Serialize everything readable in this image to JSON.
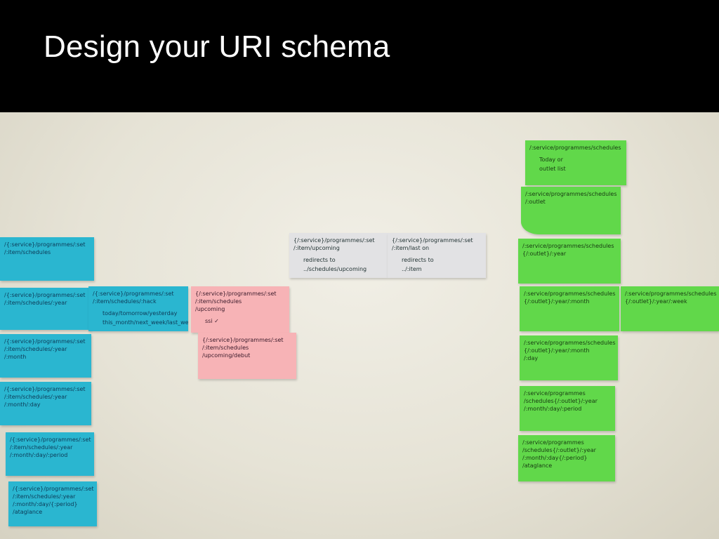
{
  "slide": {
    "title": "Design your URI schema"
  },
  "notes": {
    "b1": {
      "lines": [
        "/{:service}/programmes/:set",
        "/:item/schedules"
      ]
    },
    "b2": {
      "lines": [
        "/{:service}/programmes/:set",
        "/:item/schedules/:year"
      ]
    },
    "b3": {
      "lines": [
        "/{:service}/programmes/:set",
        "/:item/schedules/:year",
        "/:month"
      ]
    },
    "b4": {
      "lines": [
        "/{:service}/programmes/:set",
        "/:item/schedules/:year",
        "/:month/:day"
      ]
    },
    "b5": {
      "lines": [
        "/{:service}/programmes/:set",
        "/:item/schedules/:year",
        "/:month/:day/:period"
      ]
    },
    "b6": {
      "lines": [
        "/{:service}/programmes/:set",
        "/:item/schedules/:year",
        "/:month/:day/{:period}",
        "/ataglance"
      ]
    },
    "b7": {
      "lines": [
        "/{:service}/programmes/:set",
        "/:item/schedules/:hack"
      ],
      "extra": [
        "today/tomorrow/yesterday",
        "this_month/next_week/last_week"
      ]
    },
    "g1": {
      "lines": [
        "{/:service}/programmes/:set",
        "/:item/upcoming"
      ],
      "extra": [
        "redirects to",
        "../schedules/upcoming"
      ]
    },
    "g2": {
      "lines": [
        "{/:service}/programmes/:set",
        "/:item/last on"
      ],
      "extra": [
        "redirects to",
        "../:item"
      ]
    },
    "p1": {
      "lines": [
        "{/:service}/programmes/:set",
        "/:item/schedules",
        "/upcoming"
      ],
      "extra": [
        "ssi ✓"
      ]
    },
    "p2": {
      "lines": [
        "{/:service}/programmes/:set",
        "/:item/schedules",
        "/upcoming/debut"
      ]
    },
    "n1": {
      "lines": [
        "/:service/programmes/schedules"
      ],
      "extra": [
        "Today or",
        "outlet list"
      ]
    },
    "n2": {
      "lines": [
        "/:service/programmes/schedules",
        "/:outlet"
      ]
    },
    "n3": {
      "lines": [
        "/:service/programmes/schedules",
        "{/:outlet}/:year"
      ]
    },
    "n4": {
      "lines": [
        "/:service/programmes/schedules",
        "{/:outlet}/:year/:month"
      ]
    },
    "n5": {
      "lines": [
        "/:service/programmes/schedules",
        "{/:outlet}/:year/:month",
        "/:day"
      ]
    },
    "n6": {
      "lines": [
        "/:service/programmes",
        "/schedules{/:outlet}/:year",
        "/:month/:day/:period"
      ]
    },
    "n7": {
      "lines": [
        "/:service/programmes",
        "/schedules{/:outlet}/:year",
        "/:month/:day{/:period}",
        "/ataglance"
      ]
    },
    "n8": {
      "lines": [
        "/:service/programmes/schedules",
        "{/:outlet}/:year/:week"
      ]
    }
  }
}
